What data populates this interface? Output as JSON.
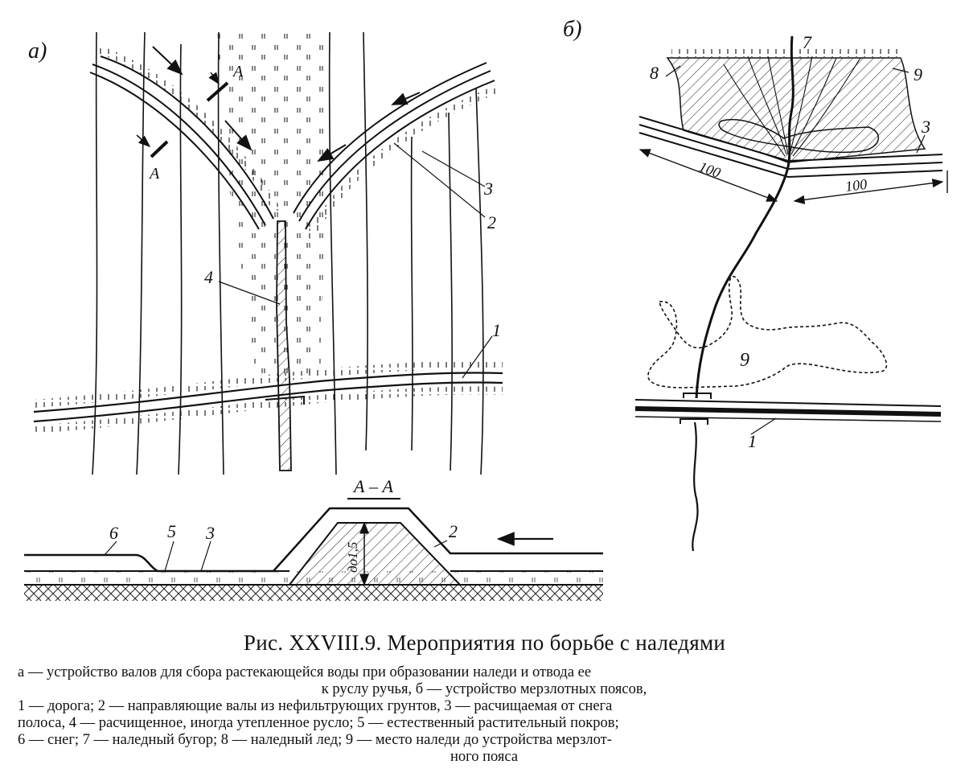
{
  "figure": {
    "panel_a_label": "а)",
    "panel_b_label": "б)",
    "section_mark": "А",
    "section_title": "А – А",
    "height_label": "до1,5",
    "distance_label": "100",
    "callouts_a": [
      "1",
      "2",
      "3",
      "4"
    ],
    "callouts_section": [
      "2",
      "3",
      "5",
      "6"
    ],
    "callouts_b": [
      "1",
      "3",
      "7",
      "8",
      "9"
    ]
  },
  "caption": {
    "title": "Рис. XXVIII.9. Мероприятия по борьбе с наледями",
    "line1": "а — устройство валов для сбора растекающейся воды при образовании наледи и отвода ее",
    "line2": "к руслу ручья, б — устройство мерзлотных поясов,",
    "line3": "1 — дорога; 2 — направляющие валы из нефильтрующих грунтов, 3 — расчищаемая от снега",
    "line4": "полоса, 4 — расчищенное, иногда утепленное русло; 5 — естественный растительный покров;",
    "line5": "6 — снег; 7 — наледный бугор; 8 — наледный лед; 9 — место наледи до устройства мерзлот-",
    "line6": "ного пояса"
  }
}
